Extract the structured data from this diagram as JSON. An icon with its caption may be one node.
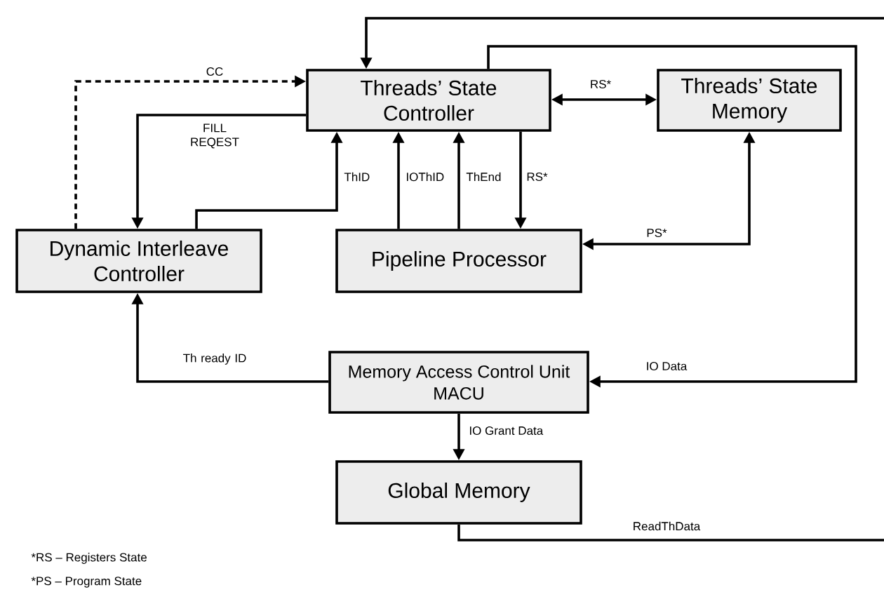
{
  "diagram": {
    "nodes": [
      {
        "text": [
          "Threads’ State Controller"
        ]
      },
      {
        "text": [
          "Threads’ State Memory"
        ]
      },
      {
        "text": [
          "Dynamic Interleave Controller"
        ]
      },
      {
        "text": [
          "Pipeline Processor"
        ]
      },
      {
        "text": [
          "Memory Access Control Unit MACU"
        ]
      },
      {
        "text": [
          "Global Memory"
        ]
      }
    ],
    "edges": [
      {
        "from": 2,
        "to": 0,
        "arrow": "to",
        "style": "dashed",
        "label": "CC"
      },
      {
        "from": 0,
        "to": 2,
        "arrow": "to",
        "label": "FILL REQEST"
      },
      {
        "from": 2,
        "to": 0,
        "arrow": "to",
        "label": "ThID"
      },
      {
        "from": 3,
        "to": 0,
        "arrow": "to",
        "label": "IOThID"
      },
      {
        "from": 3,
        "to": 0,
        "arrow": "to",
        "label": "ThEnd"
      },
      {
        "from": 0,
        "to": 3,
        "arrow": "to",
        "label": "RS*"
      },
      {
        "from": 0,
        "to": 1,
        "arrow": "both",
        "label": "RS*"
      },
      {
        "from": 3,
        "to": 1,
        "arrow": "both",
        "label": "PS*"
      },
      {
        "from": 4,
        "to": 2,
        "arrow": "to",
        "label": "Th ready ID"
      },
      {
        "from": 0,
        "to": 4,
        "arrow": "to",
        "label": "IO Data"
      },
      {
        "from": 4,
        "to": 5,
        "arrow": "to",
        "label": "IO Grant Data"
      },
      {
        "from": 5,
        "to": null,
        "arrow": "none",
        "label": "ReadThData"
      },
      {
        "from": null,
        "to": 0,
        "arrow": "to"
      }
    ],
    "labels": [
      "*RS – Registers State",
      "*PS – Program State"
    ]
  }
}
